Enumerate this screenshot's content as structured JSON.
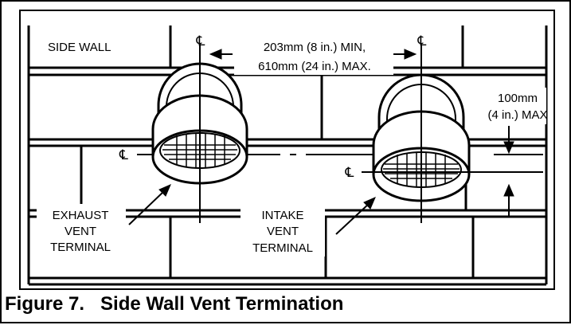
{
  "labels": {
    "side_wall": "SIDE WALL",
    "min_dim": "203mm (8 in.) MIN,",
    "max_dim": "610mm (24 in.) MAX.",
    "offset_dim_1": "100mm",
    "offset_dim_2": "(4 in.) MAX",
    "exhaust_1": "EXHAUST",
    "exhaust_2": "VENT",
    "exhaust_3": "TERMINAL",
    "intake_1": "INTAKE",
    "intake_2": "VENT",
    "intake_3": "TERMINAL",
    "centerline": "℄"
  },
  "caption": "Figure 7.   Side Wall Vent Termination"
}
